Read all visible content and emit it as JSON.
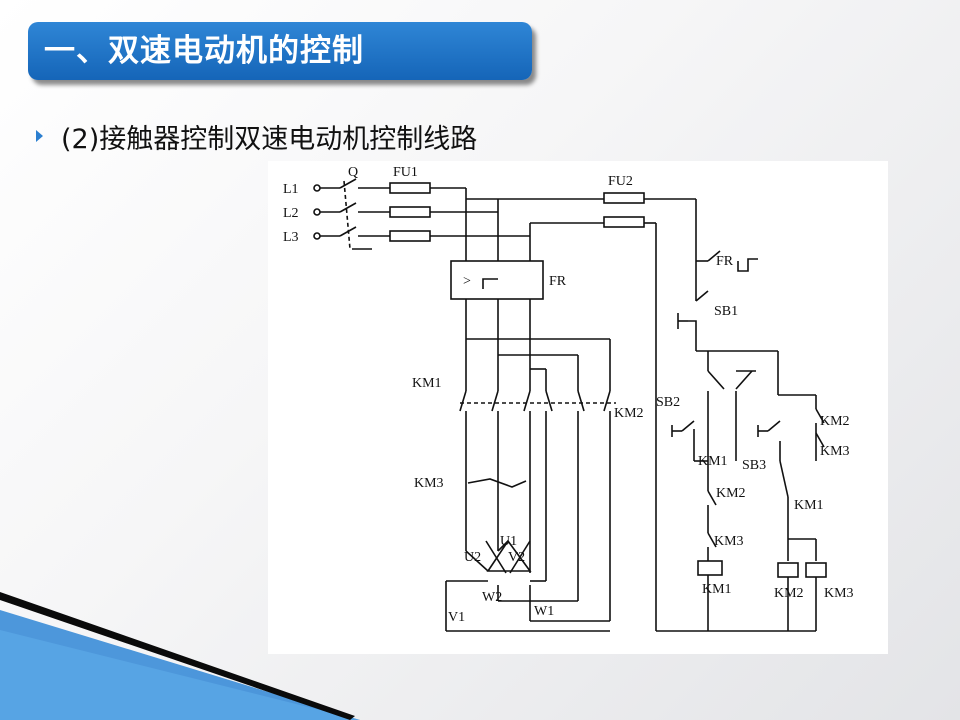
{
  "slide": {
    "title": "一、双速电动机的控制",
    "bullet": "(2)接触器控制双速电动机控制线路"
  },
  "diagram": {
    "labels": {
      "l1": "L1",
      "l2": "L2",
      "l3": "L3",
      "q": "Q",
      "fu1": "FU1",
      "fu2": "FU2",
      "fr_relay": "FR",
      "fr_symbol": ">",
      "fr_contact": "FR",
      "sb1": "SB1",
      "sb2": "SB2",
      "sb3": "SB3",
      "km1_main": "KM1",
      "km2_main": "KM2",
      "km3_main": "KM3",
      "ctrl_km2_a": "KM2",
      "ctrl_km3_a": "KM3",
      "ctrl_km1_a": "KM1",
      "ctrl_km2_b": "KM2",
      "ctrl_km1_b": "KM1",
      "ctrl_km3_b": "KM3",
      "coil_km1": "KM1",
      "coil_km2": "KM2",
      "coil_km3": "KM3",
      "u1": "U1",
      "u2": "U2",
      "v2": "V2",
      "w2": "W2",
      "v1": "V1",
      "w1": "W1"
    }
  },
  "colors": {
    "title_bg": "#1f74c8",
    "bullet": "#2b7fd0",
    "deco_dark": "#0a0a0a",
    "deco_blue": "#2f86d6"
  }
}
